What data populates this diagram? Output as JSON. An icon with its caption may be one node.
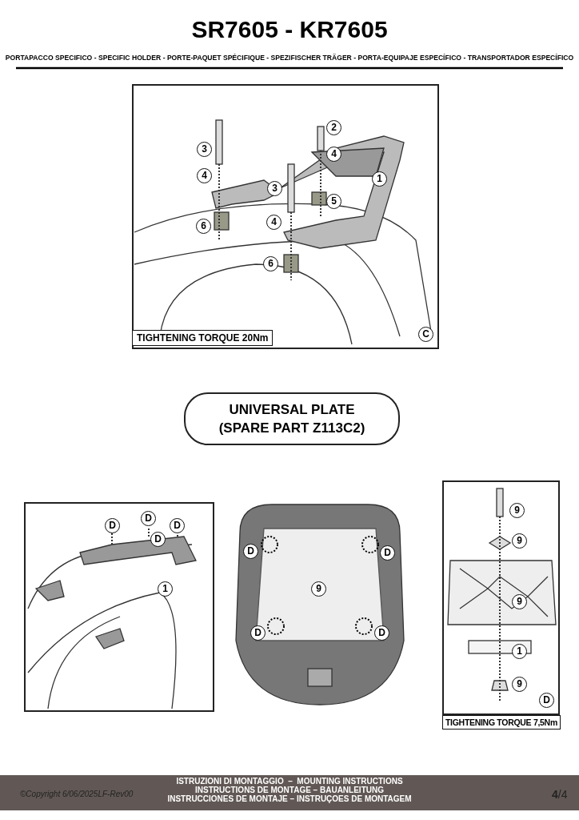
{
  "diagram": {
    "title": "SR7605 - KR7605",
    "nodes": [
      {
        "text": [
          "TIGHTENING TORQUE 20Nm",
          "C"
        ]
      },
      {
        "text": [
          "UNIVERSAL PLATE (SPARE PART Z113C2)"
        ]
      },
      {
        "text": [],
        "shape": "box"
      },
      {
        "text": [
          "D",
          "TIGHTENING TORQUE 7,5Nm"
        ]
      }
    ],
    "edges": [],
    "labels": [
      "PORTAPACCO SPECIFICO - SPECIFIC HOLDER - PORTE-PAQUET SPÉCIFIQUE - SPEZIFISCHER TRÄGER - PORTA-EQUIPAJE ESPECÍFICO - TRANSPORTADOR ESPECÍFICO",
      "2",
      "3",
      "4",
      "4",
      "1",
      "3",
      "5",
      "6",
      "4",
      "6",
      "D",
      "D",
      "D",
      "D",
      "1",
      "D",
      "D",
      "9",
      "D",
      "D",
      "9",
      "9",
      "9",
      "1",
      "9",
      "ISTRUZIONI DI MONTAGGIO  –  MOUNTING INSTRUCTIONS",
      "INSTRUCTIONS DE MONTAGE – BAUANLEITUNG",
      "INSTRUCCIONES DE MONTAJE – INSTRUÇOES DE MONTAGEM",
      "©Copyright 6/06/2025LF-Rev00",
      "**4**/4"
    ]
  }
}
